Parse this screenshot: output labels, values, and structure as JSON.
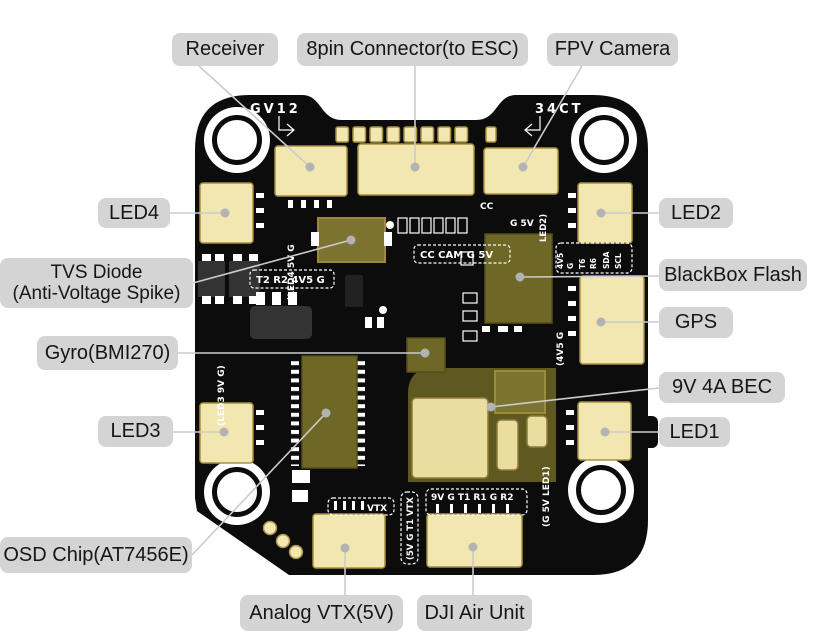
{
  "diagram_title": "Flight controller board callout diagram",
  "colors": {
    "background": "#ffffff",
    "label_bg": "#d4d4d4",
    "label_text": "#161616",
    "board": "#0c0c0c",
    "pad_gold": "#f2e7b1",
    "chip_olive": "#6f6726",
    "callout_line": "#cbcbcb",
    "silkscreen": "#ffffff"
  },
  "callouts": {
    "receiver": {
      "text": "Receiver"
    },
    "esc_connector": {
      "text": "8pin Connector(to ESC)"
    },
    "fpv_camera": {
      "text": "FPV Camera"
    },
    "led4": {
      "text": "LED4"
    },
    "tvs_diode": {
      "text": "TVS Diode\n(Anti-Voltage Spike)"
    },
    "gyro": {
      "text": "Gyro(BMI270)"
    },
    "led3": {
      "text": "LED3"
    },
    "osd_chip": {
      "text": "OSD Chip(AT7456E)"
    },
    "led2": {
      "text": "LED2"
    },
    "blackbox_flash": {
      "text": "BlackBox Flash"
    },
    "gps": {
      "text": "GPS"
    },
    "bec": {
      "text": "9V 4A BEC"
    },
    "led1": {
      "text": "LED1"
    },
    "analog_vtx": {
      "text": "Analog VTX(5V)"
    },
    "dji_air_unit": {
      "text": "DJI Air Unit"
    }
  },
  "board": {
    "silkscreen": {
      "gv12": "GV12",
      "ct34": "34CT",
      "cc_cam_rail": "CC CAM G 5V",
      "t2_r2_rail": "T2 R2 4V5 G",
      "cc": "CC",
      "g_5v": "G 5V",
      "led2_rail": "LED2)",
      "led4_rail": "(LED4 5V G",
      "led3_rail": "(LED3 9V G)",
      "led1_rail": "(G 5V LED1)",
      "bec_rail": "(4V5 G",
      "uart_cluster": [
        "4V5",
        "G",
        "T6",
        "R6",
        "SDA",
        "SCL"
      ],
      "vtx": "VTX",
      "vtx_rail": "(5V G T1 VTX",
      "dji_pins_rail": "9V G T1 R1 G R2"
    },
    "icons": {
      "gv12_arrow": "arrow-down-right-icon",
      "ct34_arrow": "arrow-return-left-icon"
    }
  }
}
